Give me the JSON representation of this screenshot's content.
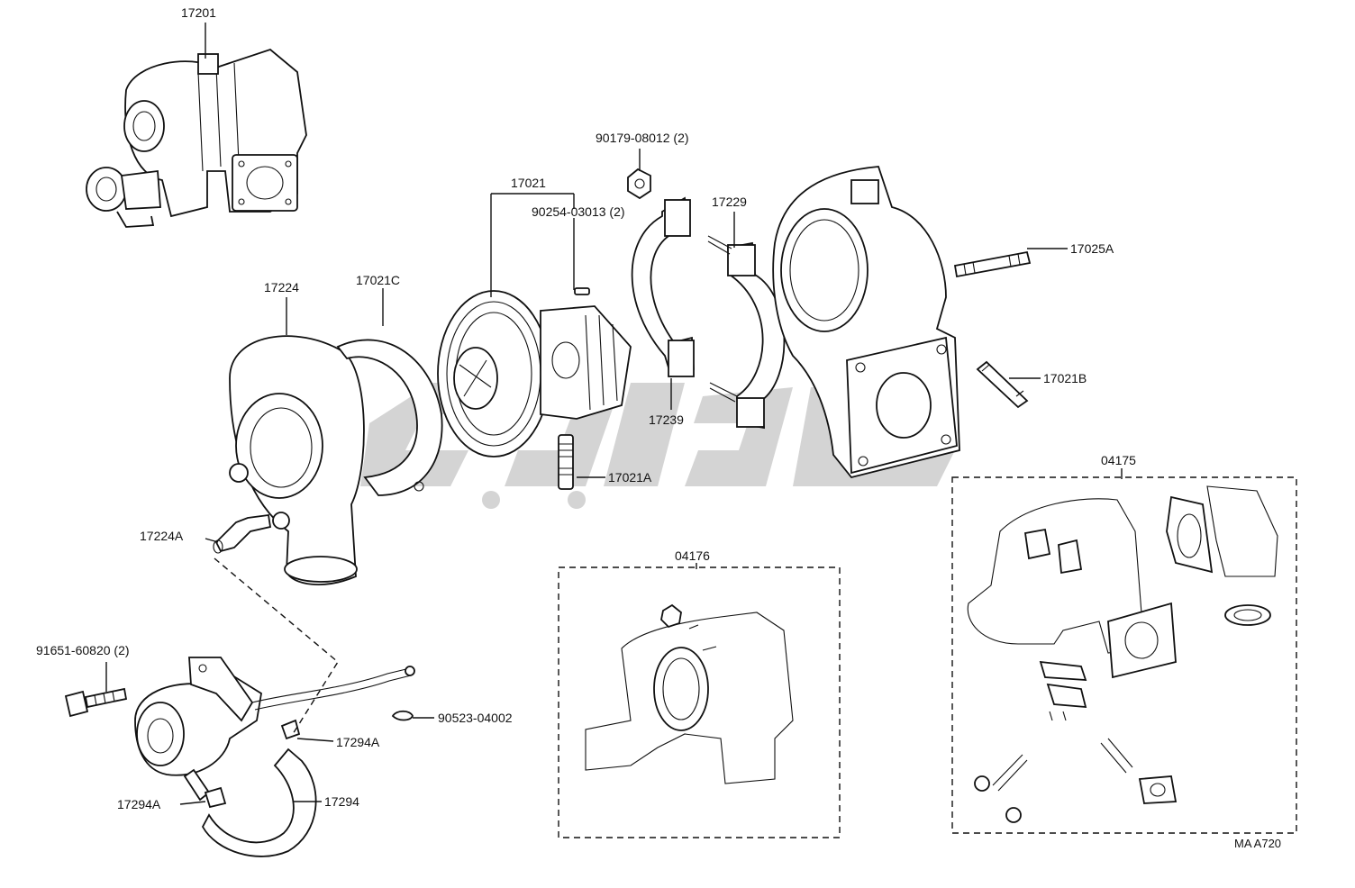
{
  "labels": {
    "p17201": "17201",
    "p17021": "17021",
    "p90179": "90179-08012 (2)",
    "p90254": "90254-03013 (2)",
    "p17229": "17229",
    "p17025A": "17025A",
    "p17224": "17224",
    "p17021C": "17021C",
    "p17239": "17239",
    "p17021B": "17021B",
    "p17021A": "17021A",
    "p04175": "04175",
    "p17224A": "17224A",
    "p04176": "04176",
    "p91651": "91651-60820 (2)",
    "p90523": "90523-04002",
    "p17294A_1": "17294A",
    "p17294A_2": "17294A",
    "p17294": "17294",
    "code": "MA A720"
  }
}
